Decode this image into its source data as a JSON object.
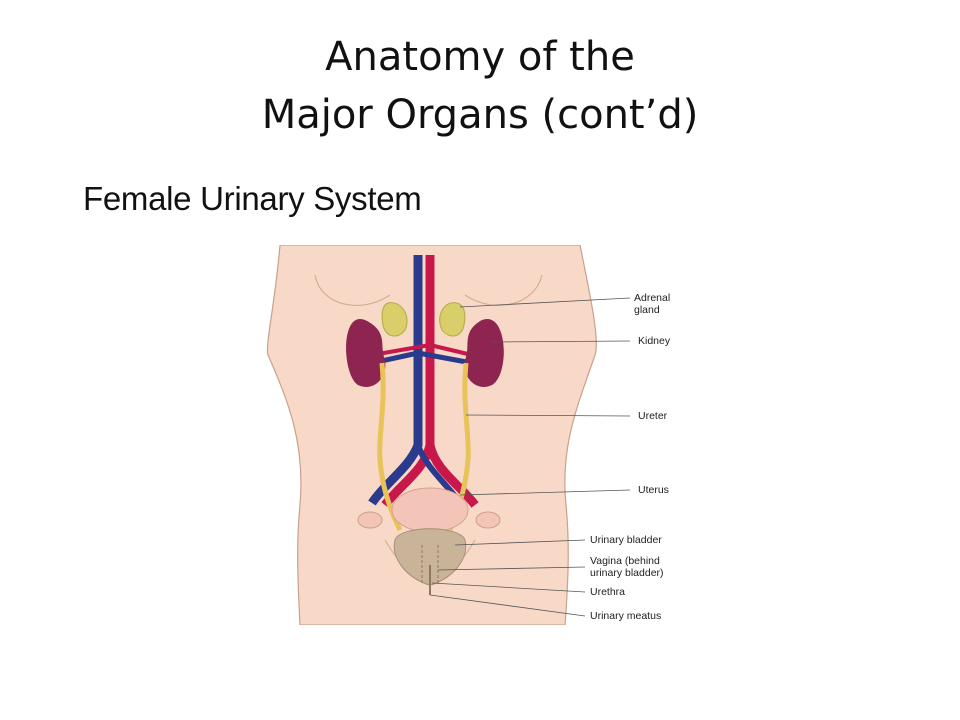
{
  "slide": {
    "title_line1": "Anatomy of the",
    "title_line2": "Major Organs (cont’d)",
    "subtitle": "Female Urinary System"
  },
  "diagram": {
    "labels": {
      "adrenal_gland_1": "Adrenal",
      "adrenal_gland_2": "gland",
      "kidney": "Kidney",
      "ureter": "Ureter",
      "uterus": "Uterus",
      "urinary_bladder": "Urinary bladder",
      "vagina_1": "Vagina (behind",
      "vagina_2": "urinary bladder)",
      "urethra": "Urethra",
      "urinary_meatus": "Urinary meatus"
    },
    "colors": {
      "skin": "#f8d9c8",
      "skin_outline": "#c9a08c",
      "kidney": "#8e2450",
      "adrenal": "#d8cf6a",
      "artery": "#c8174a",
      "vein": "#2a3a8c",
      "ureter": "#e8c35a",
      "bladder": "#c9b49a",
      "uterus": "#f3c4b8"
    }
  }
}
